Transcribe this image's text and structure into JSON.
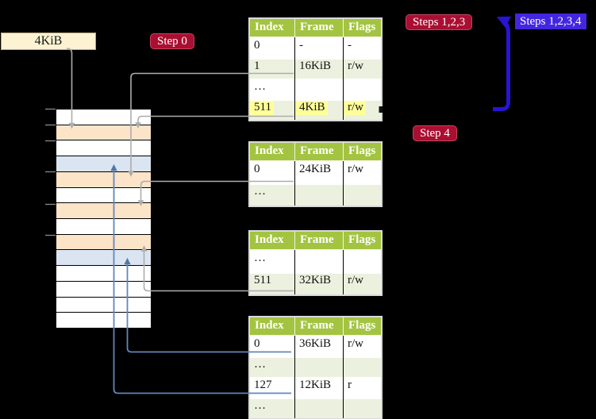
{
  "labels": {
    "page_size": "4KiB",
    "step0": "Step 0",
    "steps_123": "Steps 1,2,3",
    "steps_1234": "Steps 1,2,3,4",
    "step4": "Step 4"
  },
  "colors": {
    "background": "#000000",
    "crimson_badge": "#aa0e31",
    "blue_badge": "#4326df",
    "thick_arrow_blue": "#2714d4",
    "gray_connector": "#adadad",
    "blue_connector": "#6087bc",
    "table_header_bg": "#a3c440",
    "table_alt_row_bg": "#ebf1de",
    "highlight_yellow": "#ffff99",
    "memory_frame_peach": "#fce4c9",
    "memory_frame_blue": "#dbe5f2",
    "page_size_label_bg": "#fdf2d2"
  },
  "table_headers": [
    "Index",
    "Frame",
    "Flags"
  ],
  "tables": {
    "t1": {
      "rows": [
        [
          "0",
          "-",
          "-"
        ],
        [
          "1",
          "16KiB",
          "r/w"
        ],
        [
          "…",
          "",
          ""
        ],
        [
          "511",
          "4KiB",
          "r/w"
        ]
      ]
    },
    "t2": {
      "rows": [
        [
          "0",
          "24KiB",
          "r/w"
        ],
        [
          "…",
          "",
          ""
        ]
      ]
    },
    "t3": {
      "rows": [
        [
          "…",
          "",
          ""
        ],
        [
          "511",
          "32KiB",
          "r/w"
        ]
      ]
    },
    "t4": {
      "rows": [
        [
          "0",
          "36KiB",
          "r/w"
        ],
        [
          "…",
          "",
          ""
        ],
        [
          "127",
          "12KiB",
          "r"
        ],
        [
          "…",
          "",
          ""
        ]
      ]
    }
  },
  "memory_rows": [
    "white",
    "peach",
    "white",
    "blue",
    "peach",
    "white",
    "peach",
    "white",
    "peach",
    "blue",
    "white",
    "white",
    "white",
    "white"
  ]
}
